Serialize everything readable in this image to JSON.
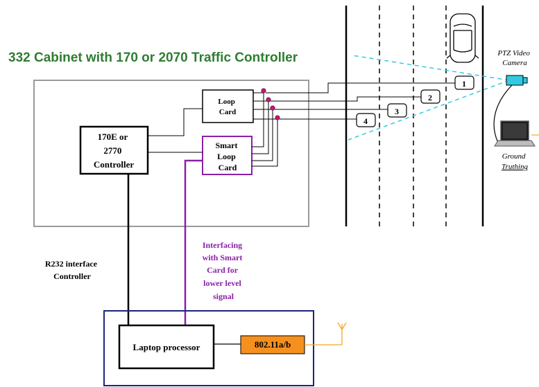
{
  "title": "332 Cabinet with 170 or 2070 Traffic Controller",
  "controller": {
    "line1": "170E or",
    "line2": "2770",
    "line3": "Controller"
  },
  "loop_card": {
    "line1": "Loop",
    "line2": "Card"
  },
  "smart_loop_card": {
    "line1": "Smart",
    "line2": "Loop",
    "line3": "Card"
  },
  "lanes": [
    "1",
    "2",
    "3",
    "4"
  ],
  "camera": {
    "line1": "PTZ Video",
    "line2": "Camera"
  },
  "ground_truthing": {
    "line1": "Ground",
    "line2": "Truthing"
  },
  "r232_label": {
    "line1": "R232 interface",
    "line2": "Controller"
  },
  "interfacing_label": {
    "line1": "Interfacing",
    "line2": "with Smart",
    "line3": "Card for",
    "line4": "lower level",
    "line5": "signal"
  },
  "laptop": {
    "label": "Laptop processor"
  },
  "wireless": {
    "label": "802.11a/b"
  },
  "colors": {
    "title_green": "#2e7d32",
    "purple": "#8a1fa8",
    "navy": "#1a237e",
    "orange": "#f5901e",
    "cyan": "#33c9e0",
    "cabinet_border": "#9a9a9a",
    "connector_pink": "#c2187a"
  }
}
